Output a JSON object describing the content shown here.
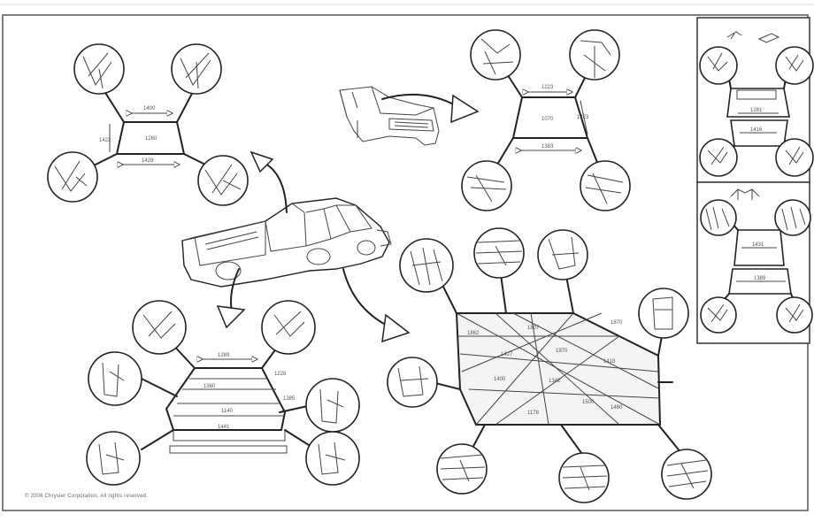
{
  "copyright": "© 2006 Chrysler Corporation. All rights reserved.",
  "panels": {
    "cab": {
      "top_dim": "1400",
      "center_dim": "1260",
      "side_dim": "1422",
      "bottom_dim": "1428"
    },
    "front": {
      "top_dim": "1223",
      "center_dim": "1070",
      "side_dim": "1423",
      "bottom_dim": "1383"
    },
    "bed": {
      "top_dim": "1289",
      "center_dim": "1360",
      "inner_dim": "1140",
      "lower_dim": "1441",
      "side_dim_left": "1228",
      "side_dim_right": "1385"
    },
    "floor": {
      "labels": [
        "1862",
        "1807",
        "1870",
        "1427",
        "1870",
        "1418",
        "1400",
        "1342",
        "1500",
        "1460",
        "1178"
      ]
    },
    "inset_top": {
      "center_dim": "1281",
      "bottom_dim": "1416"
    },
    "inset_bottom": {
      "center_dim": "1431",
      "bottom_dim": "1389"
    }
  }
}
